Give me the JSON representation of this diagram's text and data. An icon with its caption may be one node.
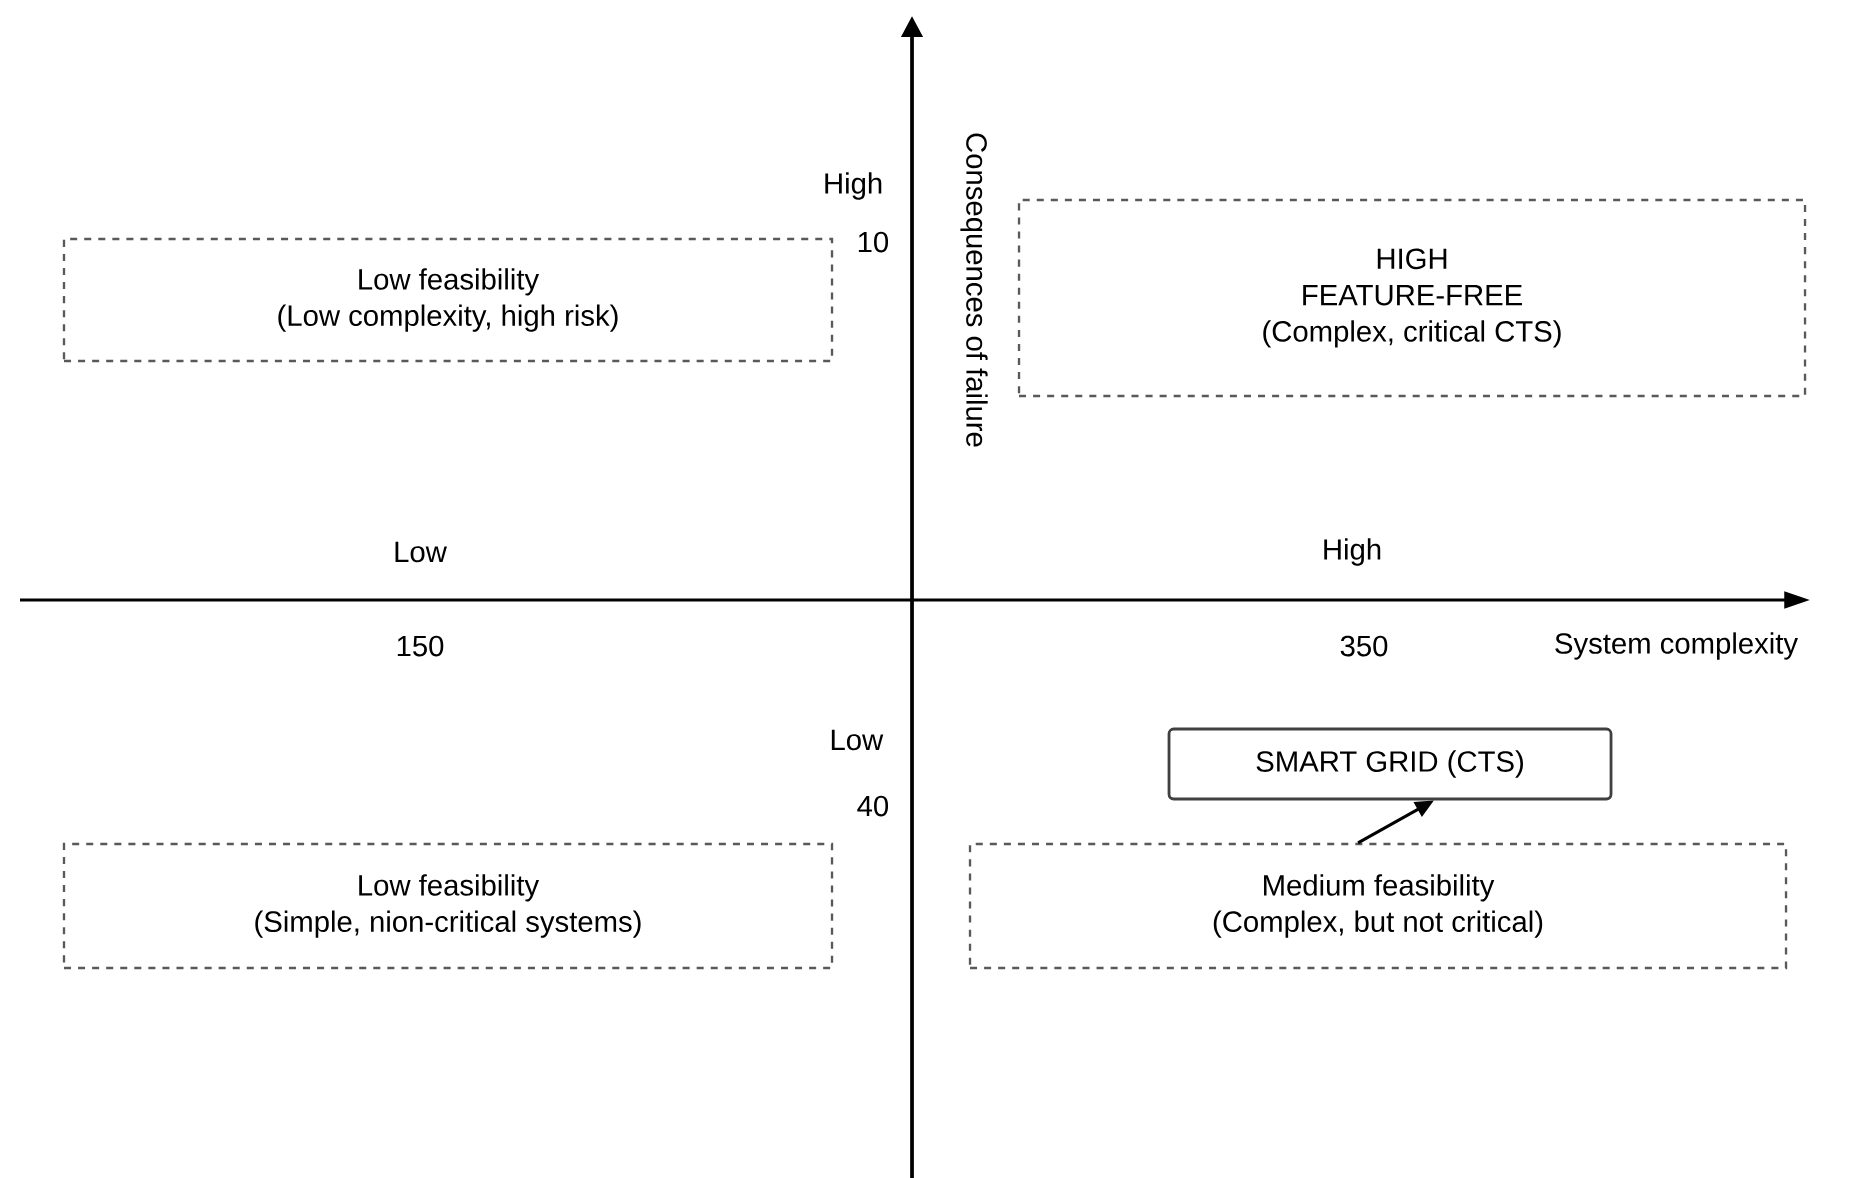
{
  "diagram": {
    "nodes": [
      {
        "text": [
          "Low feasibility",
          "(Low complexity, high risk)"
        ]
      },
      {
        "text": [
          "HIGH",
          "FEATURE-FREE",
          "(Complex, critical CTS)"
        ]
      },
      {
        "text": [
          "SMART GRID (CTS)"
        ]
      },
      {
        "text": [
          "Low feasibility",
          "(Simple, nion-critical systems)"
        ]
      },
      {
        "text": [
          "Medium feasibility",
          "(Complex, but not critical)"
        ]
      }
    ],
    "edges": [
      {
        "from": 4,
        "to": 2,
        "arrow": "to"
      }
    ],
    "labels": [
      "High",
      "10",
      "Consequences of failure",
      "Low",
      "High",
      "150",
      "350",
      "System complexity",
      "Low",
      "40"
    ]
  }
}
